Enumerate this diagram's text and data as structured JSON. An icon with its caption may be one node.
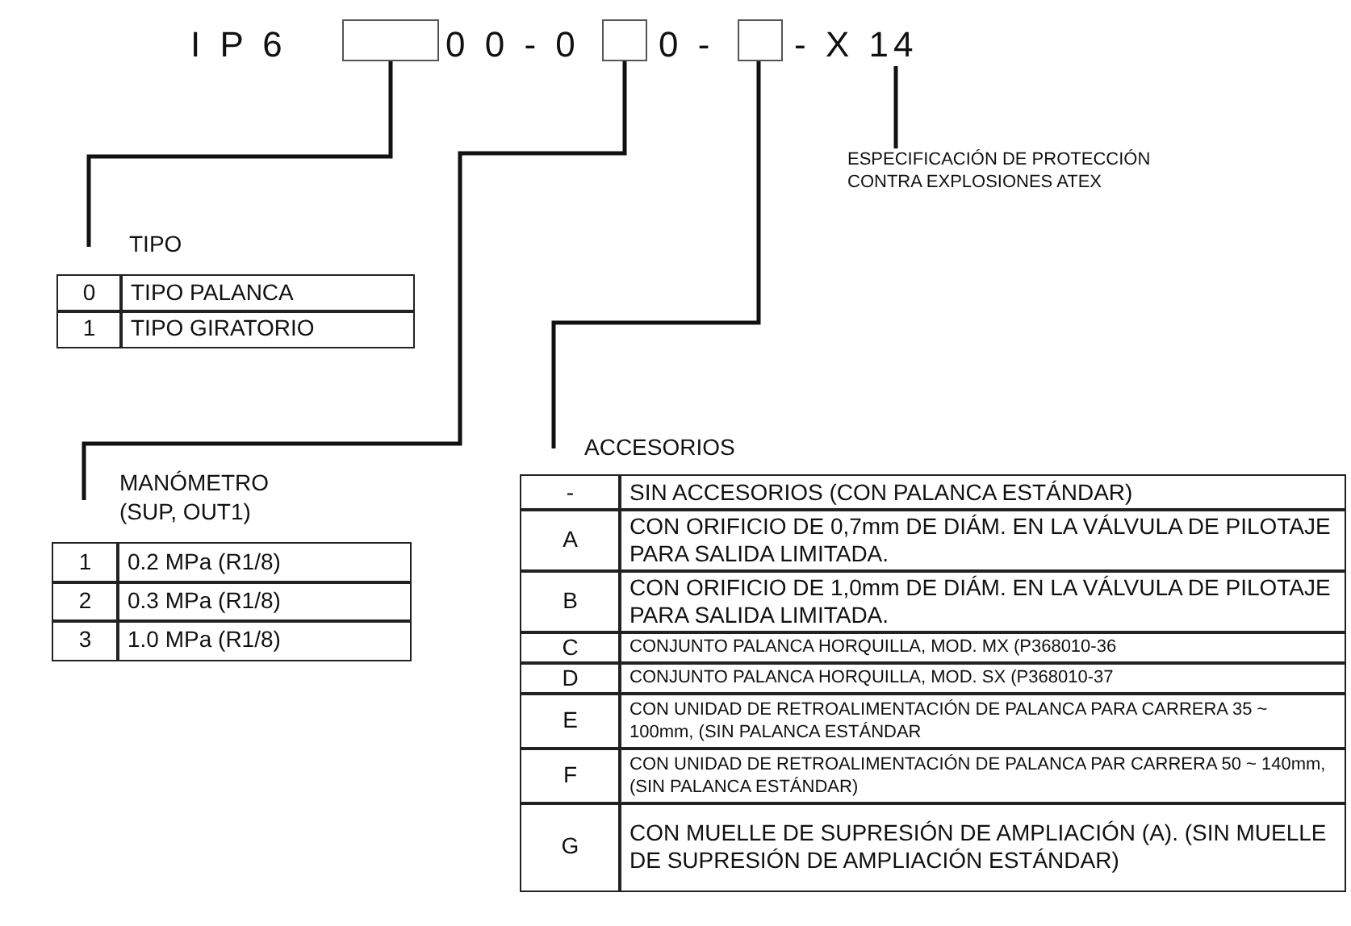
{
  "diagram": {
    "nodes": [
      {
        "text": [],
        "shape": "box"
      },
      {
        "text": [],
        "shape": "box"
      },
      {
        "text": [],
        "shape": "box"
      },
      {
        "text": [
          "- X 14"
        ]
      },
      {
        "text": [
          "ESPECIFICACIÓN DE PROTECCIÓN CONTRA EXPLOSIONES ATEX"
        ]
      },
      {
        "text": [
          "TIPO"
        ]
      },
      {
        "text": [
          "MANÓMETRO (SUP, OUT1)"
        ]
      },
      {
        "text": [
          "ACCESORIOS"
        ]
      }
    ],
    "edges": [
      {
        "from": 3,
        "to": 4,
        "arrow": "none"
      },
      {
        "from": 0,
        "to": 5,
        "arrow": "none"
      },
      {
        "from": 1,
        "to": 6,
        "arrow": "none"
      },
      {
        "from": 2,
        "to": 7,
        "arrow": "none"
      }
    ],
    "labels": [
      "I P 6",
      "0 0 - 0",
      "0 -",
      "0",
      "TIPO PALANCA",
      "1",
      "TIPO GIRATORIO",
      "1",
      "0.2 MPa (R1/8)",
      "2",
      "0.3 MPa (R1/8)",
      "3",
      "1.0 MPa (R1/8)",
      "-",
      "SIN ACCESORIOS (CON PALANCA ESTÁNDAR)",
      "A",
      "CON ORIFICIO DE 0,7mm DE DIÁM. EN LA VÁLVULA DE PILOTAJE PARA SALIDA LIMITADA.",
      "B",
      "CON ORIFICIO DE 1,0mm DE DIÁM. EN LA VÁLVULA DE PILOTAJE PARA SALIDA LIMITADA.",
      "C",
      "CONJUNTO PALANCA HORQUILLA, MOD. MX (P368010-36",
      "D",
      "CONJUNTO PALANCA HORQUILLA, MOD. SX (P368010-37",
      "E",
      "CON UNIDAD DE RETROALIMENTACIÓN DE PALANCA PARA CARRERA 35 ~ 100mm, (SIN PALANCA ESTÁNDAR",
      "F",
      "CON UNIDAD DE RETROALIMENTACIÓN DE PALANCA PAR CARRERA 50 ~ 140mm, (SIN PALANCA ESTÁNDAR)",
      "G",
      "CON MUELLE DE SUPRESIÓN DE AMPLIACIÓN (A). (SIN MUELLE DE SUPRESIÓN DE AMPLIACIÓN ESTÁNDAR)"
    ]
  }
}
